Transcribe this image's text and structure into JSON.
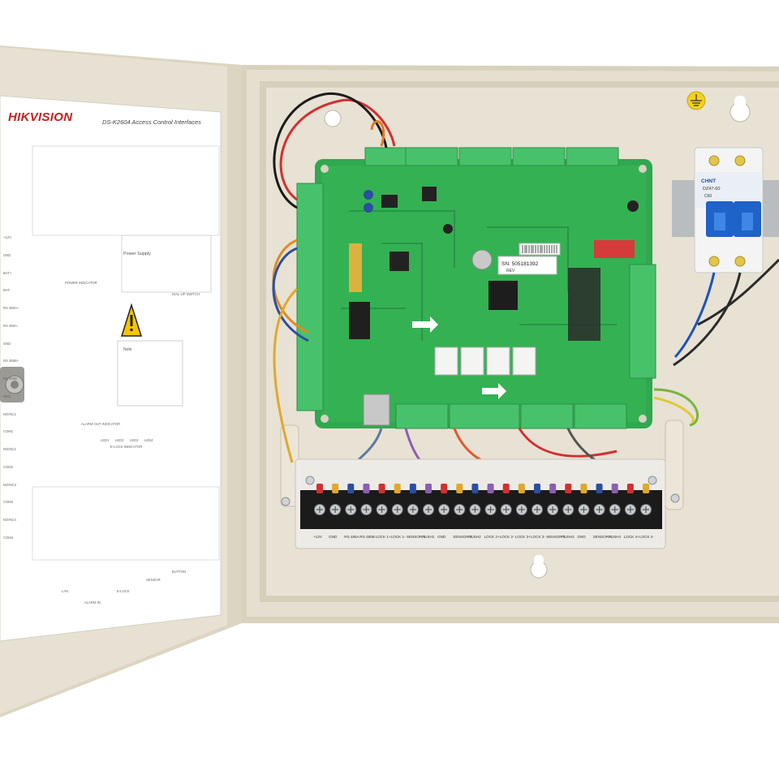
{
  "door_panel": {
    "brand": "HIKVISION",
    "diagram_title": "DS-K2604 Access Control Interfaces",
    "power_supply_heading": "Power Supply",
    "power_indicator_label": "POWER INDICATOR",
    "note_heading": "Note",
    "dial_up_switch_label": "DIAL-UP SWITCH",
    "alarm_out_indicator_label": "ALARM OUT INDICATOR",
    "elock_indicator_label": "E-LOCK INDICATOR",
    "lan_label": "LAN",
    "alarm_in_label": "ALARM IN",
    "elock_label": "E-LOCK",
    "sensor_label": "SENSOR",
    "button_label": "BUTTON",
    "left_terminal_labels": [
      "+12V",
      "GND",
      "BAT+",
      "BAT-",
      "RS 485A+",
      "RS 485A-",
      "GND",
      "RS 485B+",
      "RS 485B-",
      "GND",
      "NO/NC1",
      "COM1",
      "NO/NC2",
      "COM2",
      "NO/NC3",
      "COM3",
      "NO/NC4",
      "COM4"
    ],
    "led_labels": [
      "LED1",
      "LED2",
      "LED3",
      "LED4"
    ]
  },
  "controller_board": {
    "serial_label": "SN: 505181392",
    "serial_sub": "REV"
  },
  "breaker": {
    "brand": "CHNT",
    "model": "DZ47-60",
    "rating": "C60"
  },
  "terminal_block": {
    "labels": [
      "+12V",
      "GND",
      "RS 485A",
      "RS 485B",
      "LOCK 1+",
      "LOCK 1-",
      "SENSOR 1",
      "PUSH1",
      "GND",
      "SENSOR 2",
      "PUSH2",
      "LOCK 2+",
      "LOCK 2-",
      "LOCK 3+",
      "LOCK 3-",
      "SENSOR 3",
      "PUSH3",
      "GND",
      "SENSOR 4",
      "PUSH4",
      "LOCK 4+",
      "LOCK 4-"
    ]
  },
  "colors": {
    "enclosure": "#e2dccb",
    "pcb": "#2fa84f",
    "connector": "#48c26a",
    "brand_red": "#c8201e",
    "breaker_blue": "#1f62c8"
  }
}
